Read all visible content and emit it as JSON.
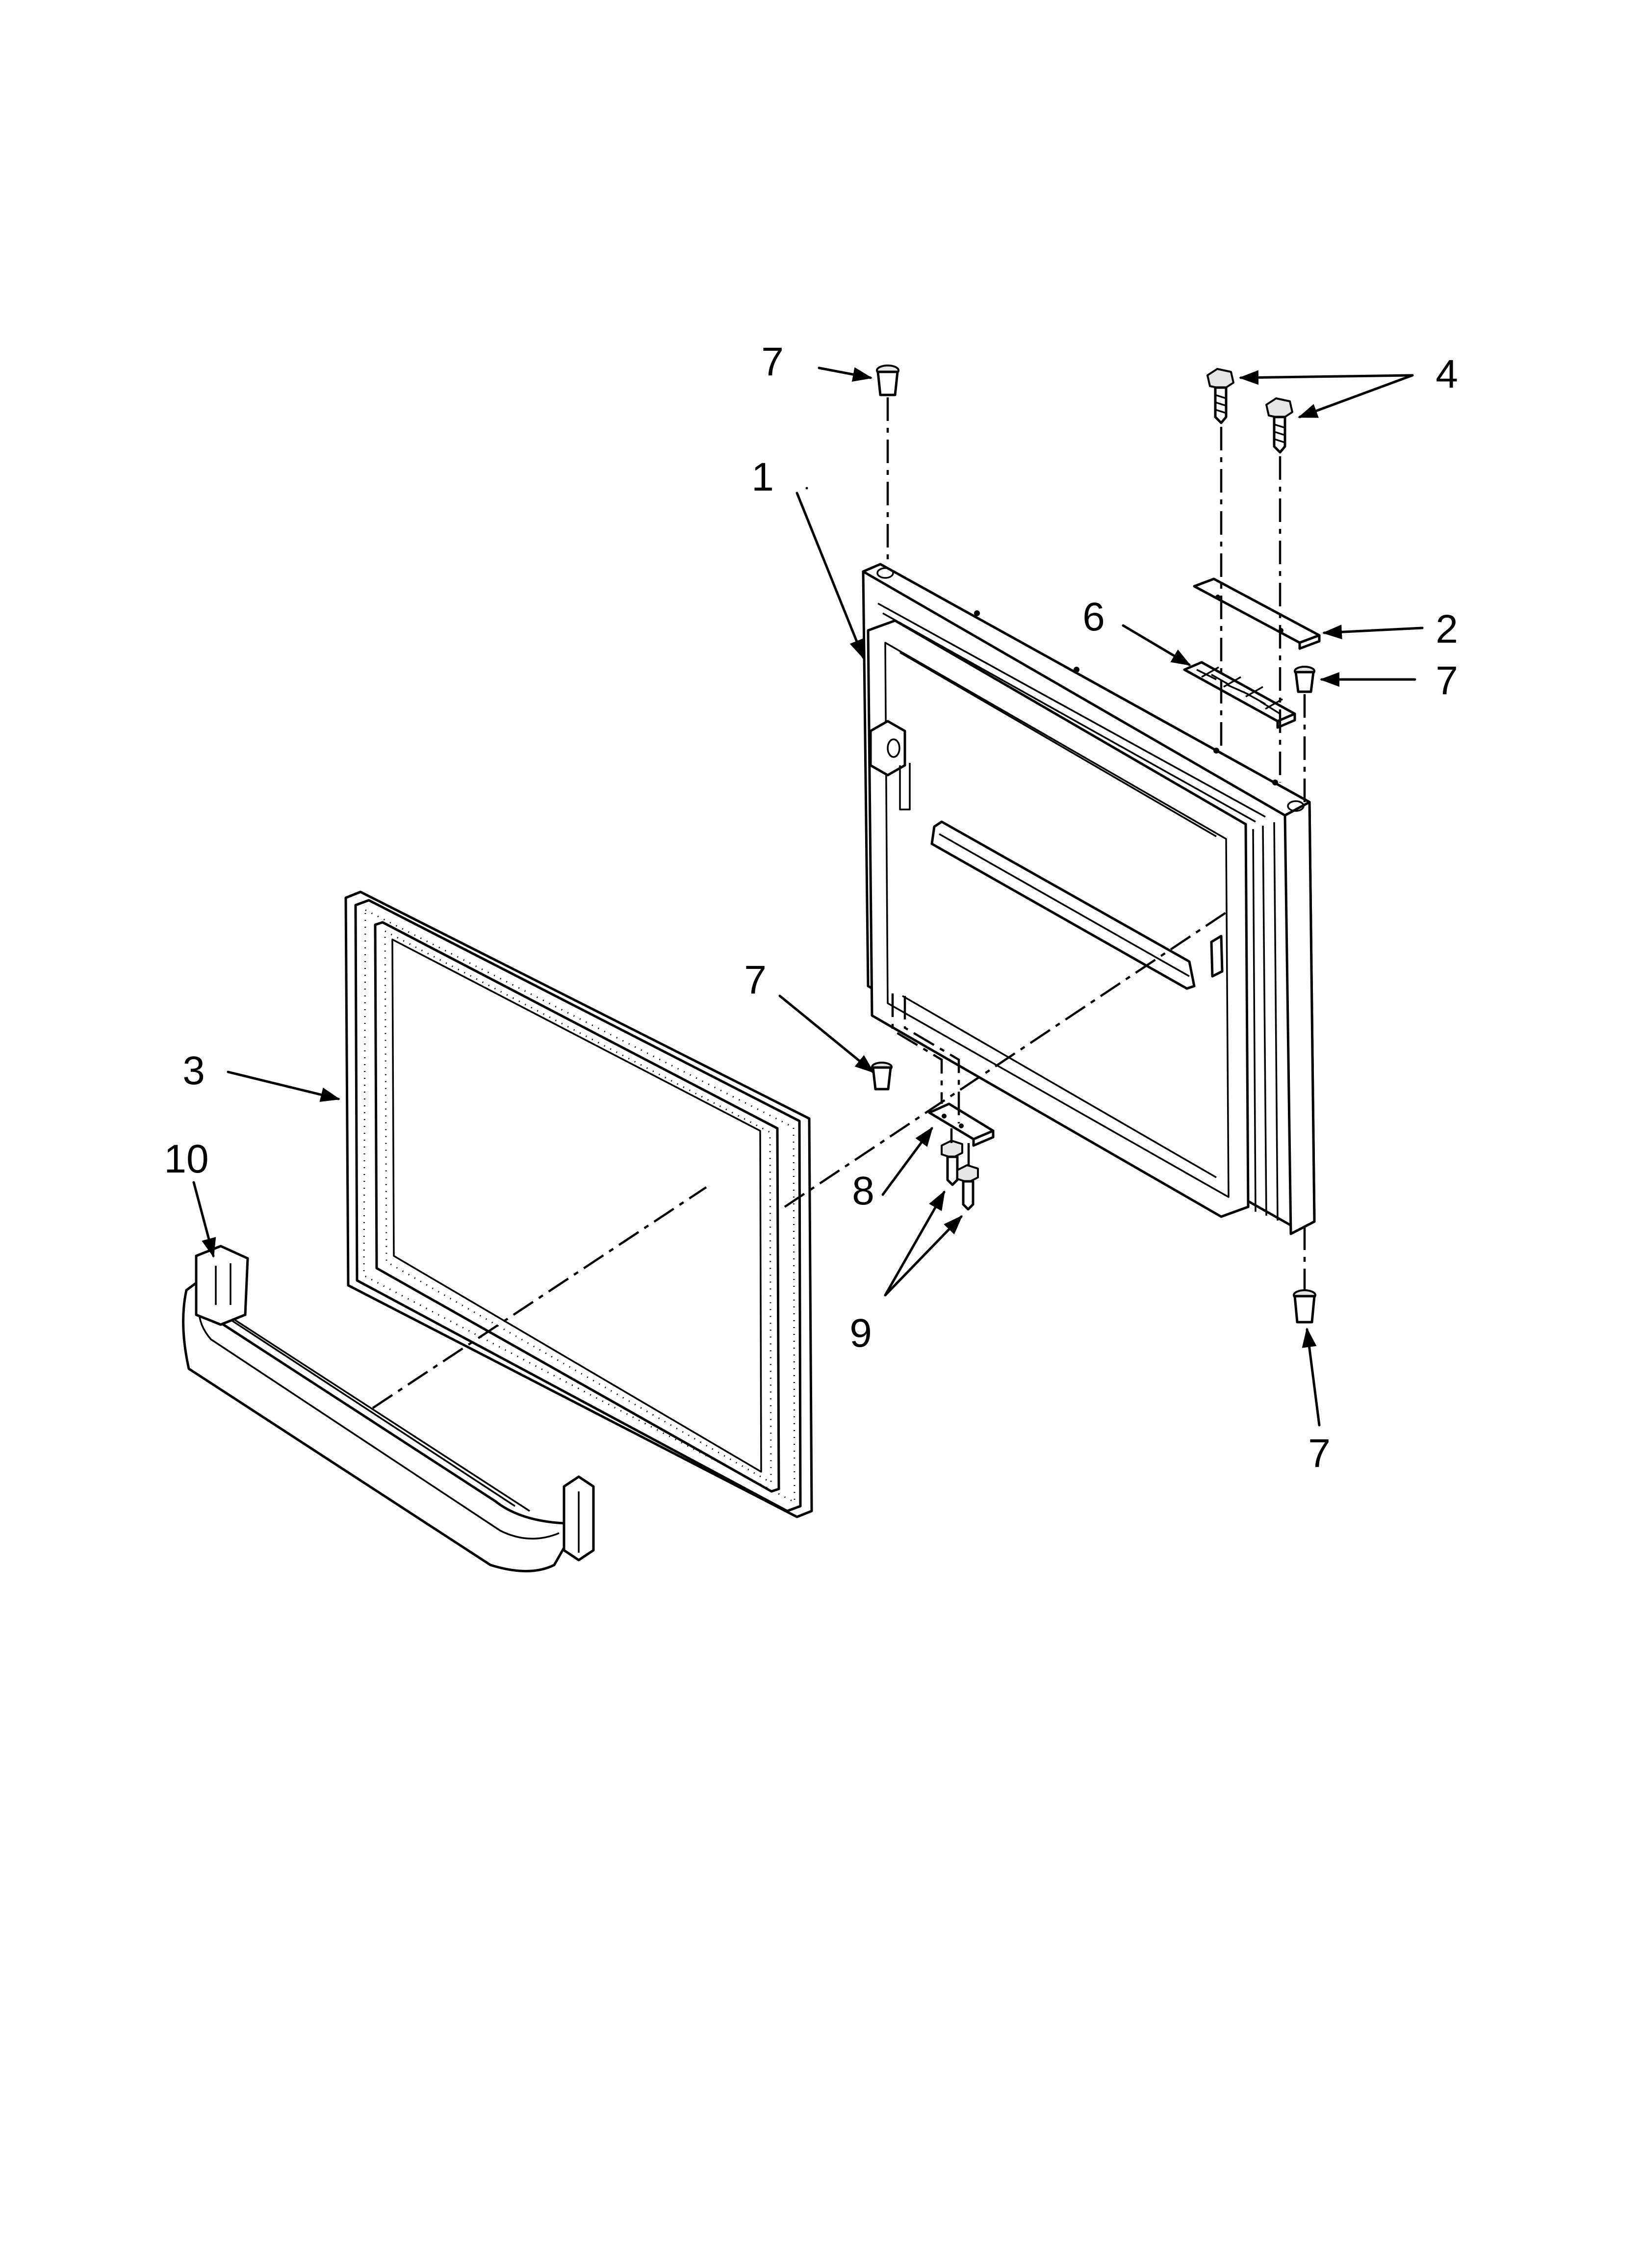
{
  "diagram": {
    "parts": [
      {
        "id": "door",
        "label": "1"
      },
      {
        "id": "hinge-plate",
        "label": "2"
      },
      {
        "id": "gasket",
        "label": "3"
      },
      {
        "id": "hinge-screws",
        "label": "4"
      },
      {
        "id": "hinge-shim",
        "label": "6"
      },
      {
        "id": "plug-top-left",
        "label": "7"
      },
      {
        "id": "plug-top-right",
        "label": "7"
      },
      {
        "id": "plug-lower-left",
        "label": "7"
      },
      {
        "id": "plug-bottom-right",
        "label": "7"
      },
      {
        "id": "bottom-bracket",
        "label": "8"
      },
      {
        "id": "bracket-screws",
        "label": "9"
      },
      {
        "id": "door-bin",
        "label": "10"
      }
    ]
  }
}
